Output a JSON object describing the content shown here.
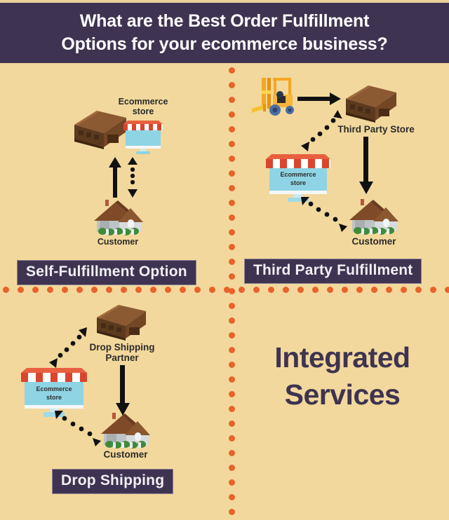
{
  "header": {
    "line1": "What are the Best Order Fulfillment",
    "line2": "Options for your ecommerce business?"
  },
  "colors": {
    "background": "#F2D89C",
    "header_bg": "#3E3350",
    "divider_dot": "#E8622B",
    "banner_bg": "#3E3350",
    "banner_text": "#F2F0F5",
    "big_text": "#3E3350",
    "caption_text": "#2B2B2B",
    "awning_red": "#D9452F",
    "screen_blue": "#8ED4E4",
    "warehouse_brown": "#6B4226",
    "forklift_yellow": "#F5A623"
  },
  "quadrants": [
    {
      "id": "self-fulfillment",
      "banner": "Self-Fulfillment Option",
      "nodes": [
        {
          "name": "ecommerce-store",
          "label": "Ecommerce\nstore",
          "icon": "storefront-monitor-icon"
        },
        {
          "name": "warehouse",
          "label": "",
          "icon": "warehouse-icon"
        },
        {
          "name": "customer",
          "label": "Customer",
          "icon": "house-icon"
        }
      ],
      "arrows": [
        {
          "name": "customer-to-store-solid",
          "style": "solid",
          "direction": "up"
        },
        {
          "name": "store-customer-dotted",
          "style": "dotted",
          "direction": "double"
        }
      ]
    },
    {
      "id": "third-party-fulfillment",
      "banner": "Third Party Fulfillment",
      "nodes": [
        {
          "name": "forklift",
          "label": "",
          "icon": "forklift-icon"
        },
        {
          "name": "third-party-store",
          "label": "Third Party Store",
          "icon": "warehouse-icon"
        },
        {
          "name": "ecommerce-store",
          "label": "Ecommerce store",
          "icon": "storefront-monitor-icon"
        },
        {
          "name": "customer",
          "label": "Customer",
          "icon": "house-icon"
        }
      ],
      "arrows": [
        {
          "name": "forklift-to-store-solid",
          "style": "solid",
          "direction": "right"
        },
        {
          "name": "store-to-ecommerce-dotted",
          "style": "dotted",
          "direction": "double"
        },
        {
          "name": "store-to-customer-solid",
          "style": "solid",
          "direction": "down"
        },
        {
          "name": "ecommerce-to-customer-dotted",
          "style": "dotted",
          "direction": "double"
        }
      ]
    },
    {
      "id": "drop-shipping",
      "banner": "Drop Shipping",
      "nodes": [
        {
          "name": "drop-shipping-partner",
          "label": "Drop Shipping\nPartner",
          "icon": "warehouse-icon"
        },
        {
          "name": "ecommerce-store",
          "label": "Ecommerce store",
          "icon": "storefront-monitor-icon"
        },
        {
          "name": "customer",
          "label": "Customer",
          "icon": "house-icon"
        }
      ],
      "arrows": [
        {
          "name": "partner-to-ecommerce-dotted",
          "style": "dotted",
          "direction": "double"
        },
        {
          "name": "partner-to-customer-solid",
          "style": "solid",
          "direction": "down"
        },
        {
          "name": "ecommerce-to-customer-dotted",
          "style": "dotted",
          "direction": "double"
        }
      ]
    },
    {
      "id": "integrated-services",
      "banner": "",
      "headline_line1": "Integrated",
      "headline_line2": "Services",
      "nodes": [],
      "arrows": []
    }
  ],
  "captions": {
    "ecommerce_store_line1": "Ecommerce",
    "ecommerce_store_line2": "store",
    "customer": "Customer",
    "third_party_store": "Third Party Store",
    "drop_shipping_partner_line1": "Drop Shipping",
    "drop_shipping_partner_line2": "Partner",
    "monitor_inline_line1": "Ecommerce",
    "monitor_inline_line2": "store"
  }
}
